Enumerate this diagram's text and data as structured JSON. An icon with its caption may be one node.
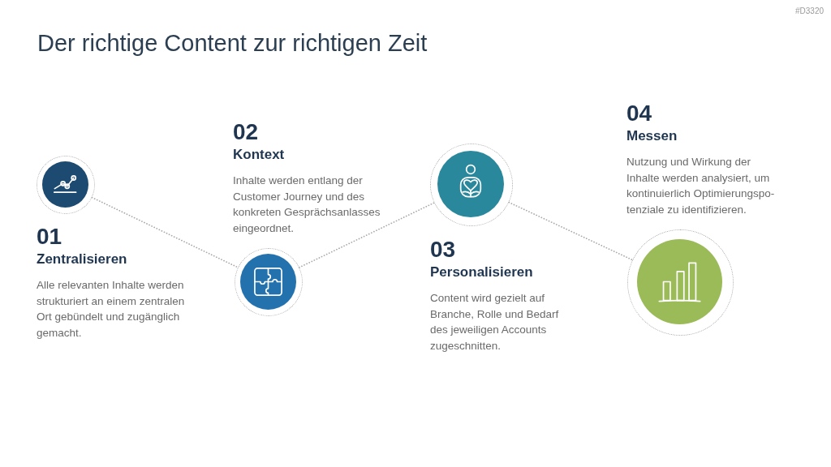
{
  "diagram": {
    "title": "Der richtige Content zur richtigen Zeit",
    "nodes": [
      {
        "text": [],
        "shape": "circle",
        "beside": [
          "01",
          "Zentralisieren",
          "Alle relevanten Inhalte werden strukturiert an einem zentralen Ort gebündelt und zugänglich gemacht."
        ]
      },
      {
        "text": [],
        "shape": "circle",
        "beside": [
          "02",
          "Kontext",
          "Inhalte werden entlang der Customer Journey und des konkreten Gesprächsanlasses eingeordnet."
        ]
      },
      {
        "text": [],
        "shape": "circle",
        "beside": [
          "03",
          "Personalisieren",
          "Content wird gezielt auf Branche, Rolle und Bedarf des jeweiligen Accounts zugeschnitten."
        ]
      },
      {
        "text": [],
        "shape": "circle",
        "beside": [
          "04",
          "Messen",
          "Nutzung und Wirkung der Inhalte werden analysiert, um kontinuierlich Optimierungspo-tenziale zu identifizieren."
        ]
      }
    ],
    "edges": [
      {
        "from": 0,
        "to": 1,
        "arrow": "none",
        "style": "dashed"
      },
      {
        "from": 1,
        "to": 2,
        "arrow": "none",
        "style": "dashed"
      },
      {
        "from": 2,
        "to": 3,
        "arrow": "none",
        "style": "dashed"
      }
    ],
    "labels": [
      "#D3320"
    ]
  }
}
